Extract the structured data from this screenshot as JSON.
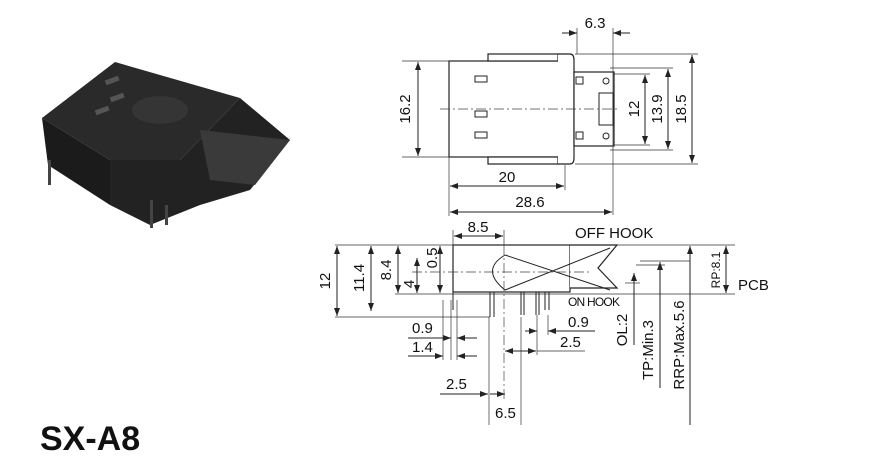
{
  "model": "SX-A8",
  "top_view": {
    "dims": [
      "6.3",
      "16.2",
      "12",
      "13.9",
      "18.5",
      "20",
      "28.6"
    ]
  },
  "side_view": {
    "dims": [
      "8.5",
      "12",
      "11.4",
      "8.4",
      "0.5",
      "4",
      "0.9",
      "1.4",
      "0.9",
      "2.5",
      "2.5",
      "6.5"
    ],
    "labels": {
      "off_hook": "OFF HOOK",
      "on_hook": "ON HOOK",
      "pcb": "PCB",
      "rp": "RP:8.1",
      "ol": "OL:2",
      "tp": "TP:Min.3",
      "rrp": "RRP:Max.5.6"
    }
  },
  "colors": {
    "line": "#222222",
    "photo": "#2b2b2b"
  }
}
